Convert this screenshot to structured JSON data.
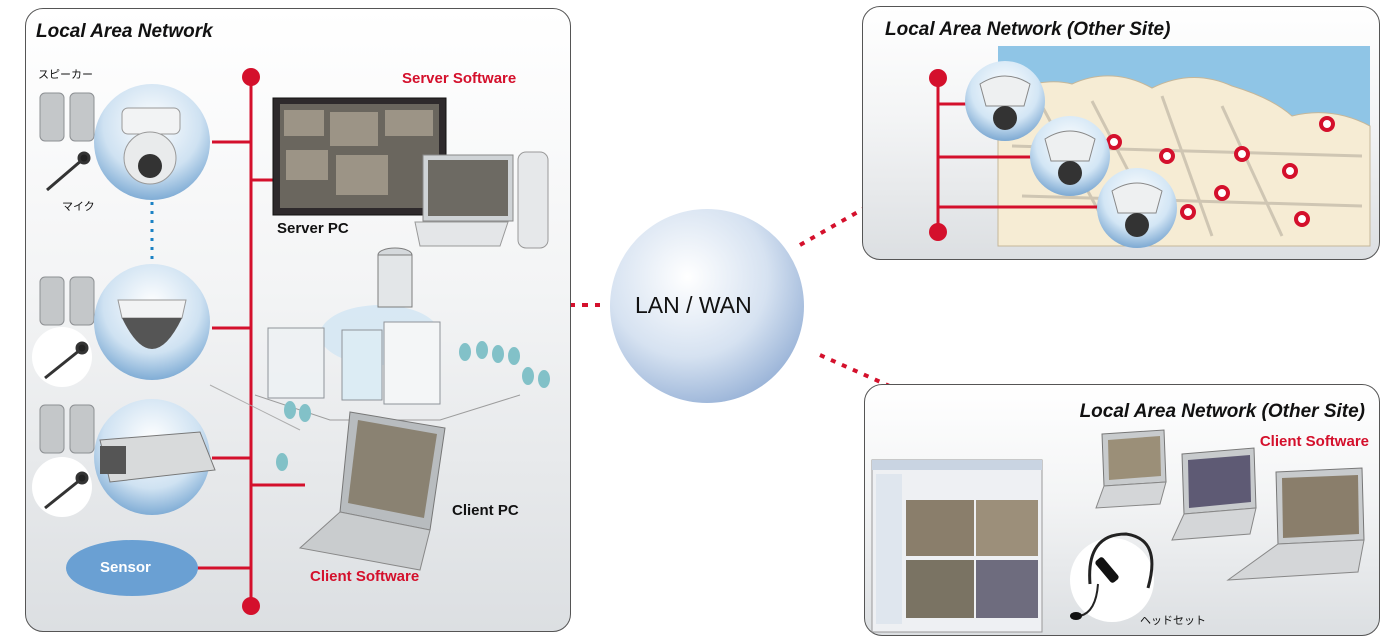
{
  "main_lan": {
    "title": "Local Area Network",
    "speaker_label": "スピーカー",
    "mic_label": "マイク",
    "server_software_label": "Server Software",
    "server_pc_label": "Server PC",
    "client_pc_label": "Client PC",
    "client_software_label": "Client Software",
    "sensor_label": "Sensor"
  },
  "wan": {
    "label": "LAN / WAN"
  },
  "other_site_cameras": {
    "title": "Local Area Network (Other Site)"
  },
  "other_site_clients": {
    "title": "Local Area Network (Other Site)",
    "client_software_label": "Client Software",
    "headset_label": "ヘッドセット"
  },
  "colors": {
    "accent_red": "#d4102c",
    "wan_blue": "#b9cde8"
  }
}
